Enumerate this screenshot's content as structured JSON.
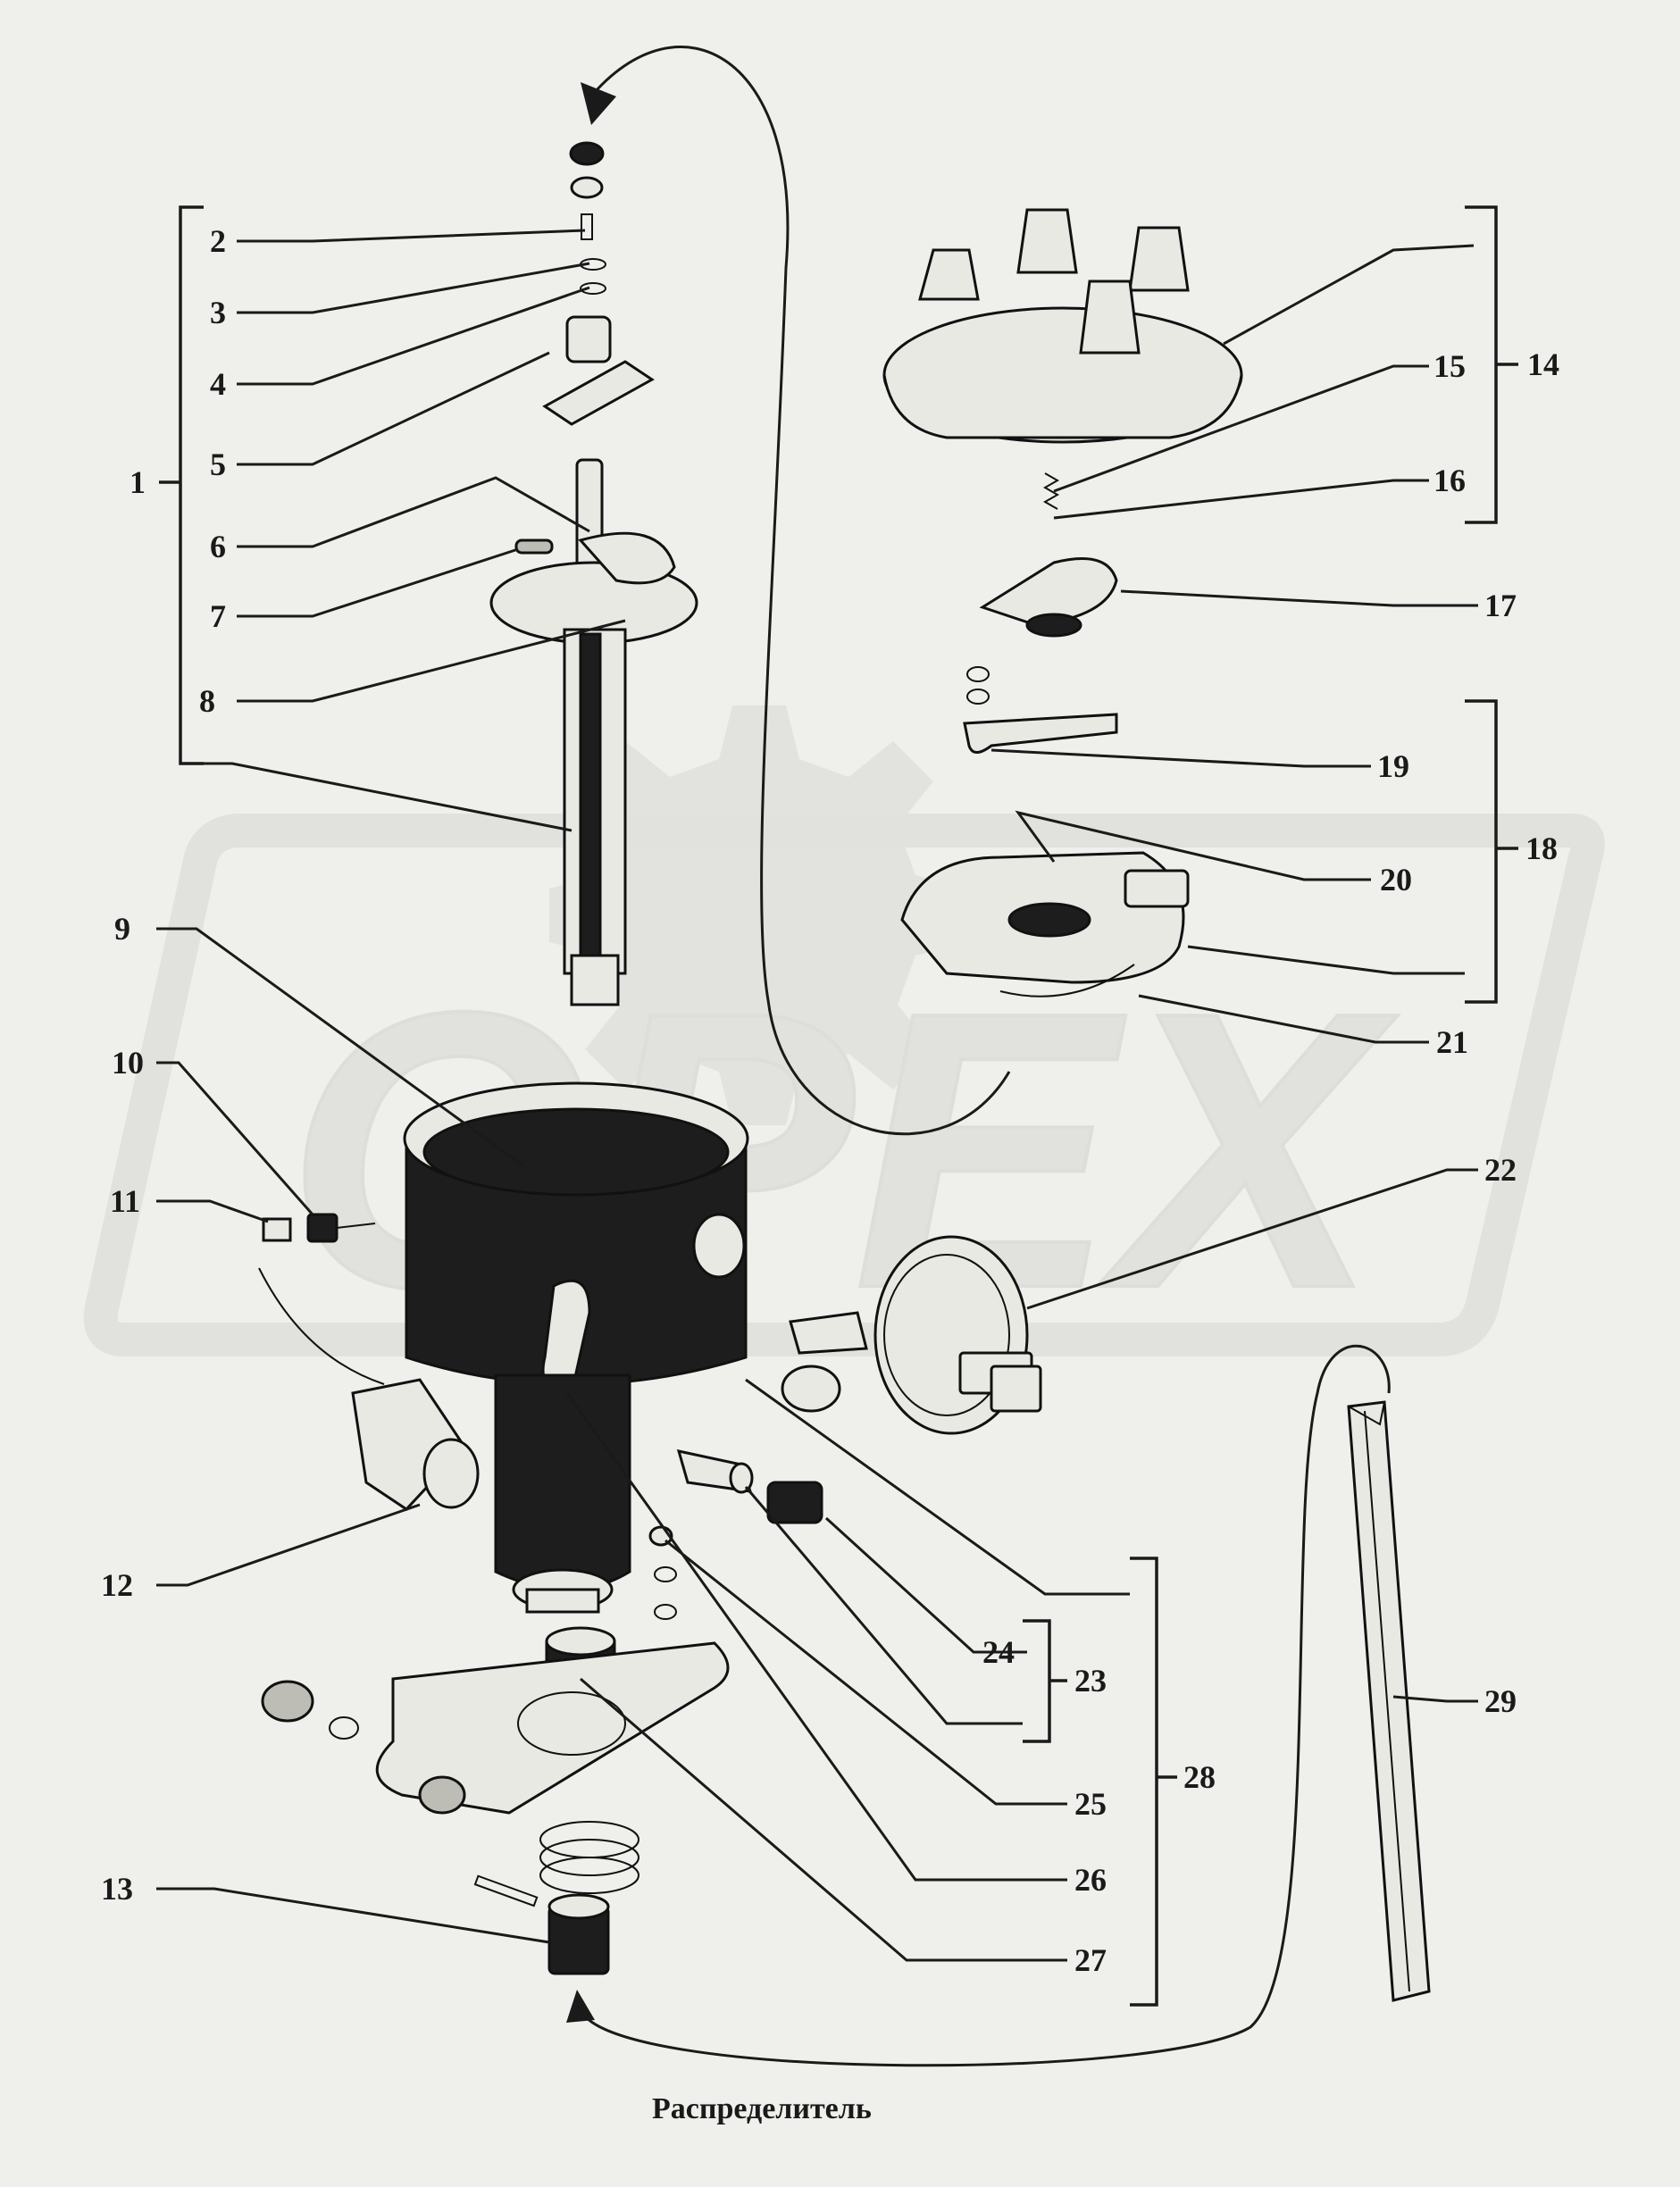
{
  "caption": "Распределитель",
  "watermark": {
    "text": "OPEX",
    "color": "#d6d6d1"
  },
  "colors": {
    "background": "#efefec",
    "ink": "#1a1a1a",
    "part_dark": "#1d1d1d"
  },
  "callouts": {
    "c1": "1",
    "c2": "2",
    "c3": "3",
    "c4": "4",
    "c5": "5",
    "c6": "6",
    "c7": "7",
    "c8": "8",
    "c9": "9",
    "c10": "10",
    "c11": "11",
    "c12": "12",
    "c13": "13",
    "c14": "14",
    "c15": "15",
    "c16": "16",
    "c17": "17",
    "c18": "18",
    "c19": "19",
    "c20": "20",
    "c21": "21",
    "c22": "22",
    "c23": "23",
    "c24": "24",
    "c25": "25",
    "c26": "26",
    "c27": "27",
    "c28": "28",
    "c29": "29"
  }
}
